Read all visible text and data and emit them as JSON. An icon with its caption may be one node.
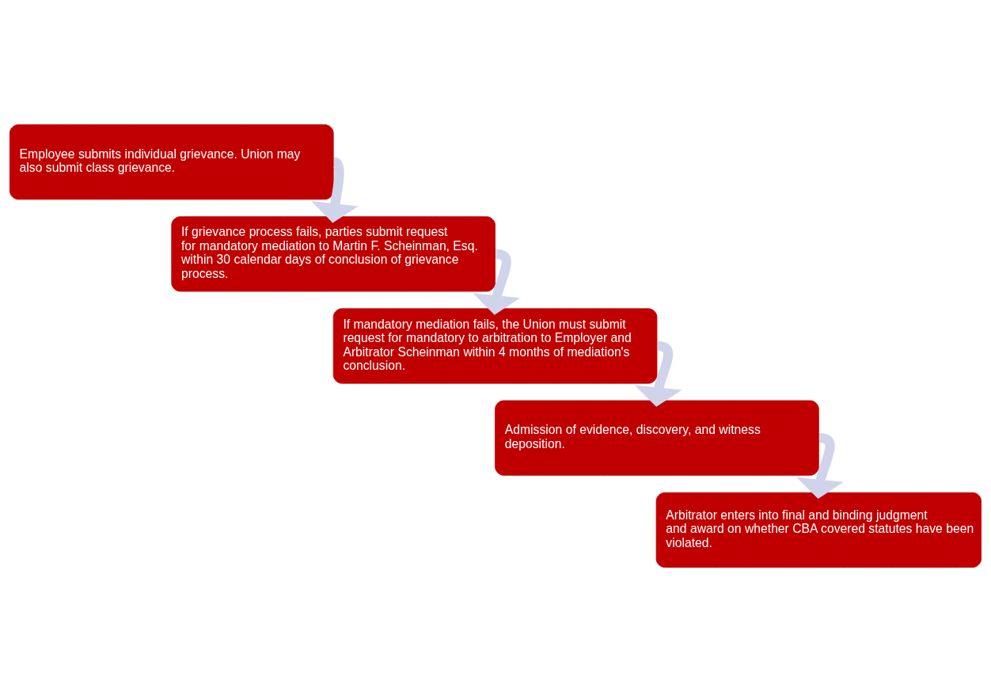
{
  "diagram": {
    "nodes": [
      {
        "text": [
          "Employee submits individual grievance. Union may also submit class grievance."
        ]
      },
      {
        "text": [
          "If grievance process fails, parties submit request for mandatory mediation to Martin F. Scheinman, Esq. within 30 calendar days of conclusion of grievance process."
        ]
      },
      {
        "text": [
          "If mandatory mediation fails, the Union must submit request for mandatory to arbitration to Employer and Arbitrator Scheinman within 4 months of mediation's conclusion."
        ]
      },
      {
        "text": [
          "Admission of evidence, discovery, and witness deposition."
        ]
      },
      {
        "text": [
          "Arbitrator enters into final and binding judgment and award on whether CBA covered statutes have been violated."
        ]
      }
    ],
    "edges": [
      {
        "from": 0,
        "to": 1,
        "arrow": "to"
      },
      {
        "from": 1,
        "to": 2,
        "arrow": "to"
      },
      {
        "from": 2,
        "to": 3,
        "arrow": "to"
      },
      {
        "from": 3,
        "to": 4,
        "arrow": "to"
      }
    ]
  }
}
